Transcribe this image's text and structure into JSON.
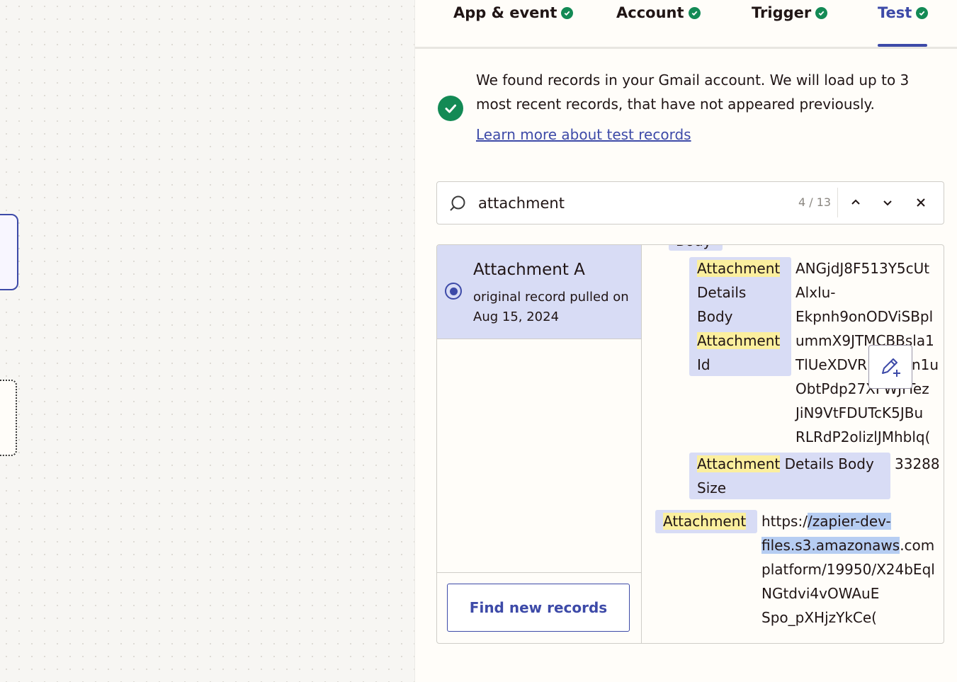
{
  "tabs": [
    {
      "label": "App & event",
      "completed": true
    },
    {
      "label": "Account",
      "completed": true
    },
    {
      "label": "Trigger",
      "completed": true
    },
    {
      "label": "Test",
      "completed": true,
      "active": true
    }
  ],
  "notice": {
    "text": "We found records in your Gmail account. We will load up to 3 most recent records, that have not appeared previously.",
    "link": "Learn more about test records"
  },
  "search": {
    "query": "attachment",
    "match_count": "4 / 13"
  },
  "records": [
    {
      "title": "Attachment A",
      "subtitle": "original record pulled on Aug 15, 2024",
      "selected": true
    }
  ],
  "find_button": "Find new records",
  "detail": {
    "parent_key_partial": "Body",
    "field1": {
      "key_hl1": "Attachment",
      "key_line2": "Details",
      "key_line3": "Body",
      "key_hl2": "Attachment",
      "key_line5": "Id",
      "value_lines": [
        "ANGjdJ8F513Y5cUt",
        "Alxlu-",
        "Ekpnh9onODViSBpl",
        "ummX9JTMCBBsla1",
        "TlUeXDVRFFTKNn1u",
        "ObtPdp27XFWJfTez",
        "JiN9VtFDUTcK5JBu",
        "RLRdP2olizlJMhblq("
      ]
    },
    "field2": {
      "key_hl": "Attachment",
      "key_rest": " Details Body",
      "key_line2": "Size",
      "value": "33288"
    },
    "field3": {
      "key_hl": "Attachment",
      "value_pre": "https:/",
      "value_sel1": "/zapier-dev-",
      "value_sel2": "files.s3.amazonaws",
      "value_post2": ".com",
      "value_lines": [
        "platform/19950/X24bEql",
        "NGtdvi4vOWAuE",
        "Spo_pXHjzYkCe("
      ]
    }
  },
  "colors": {
    "accent": "#3d4aa8",
    "success": "#138a55",
    "highlight": "#fbef9e",
    "key_bg": "#d8dcf5"
  }
}
